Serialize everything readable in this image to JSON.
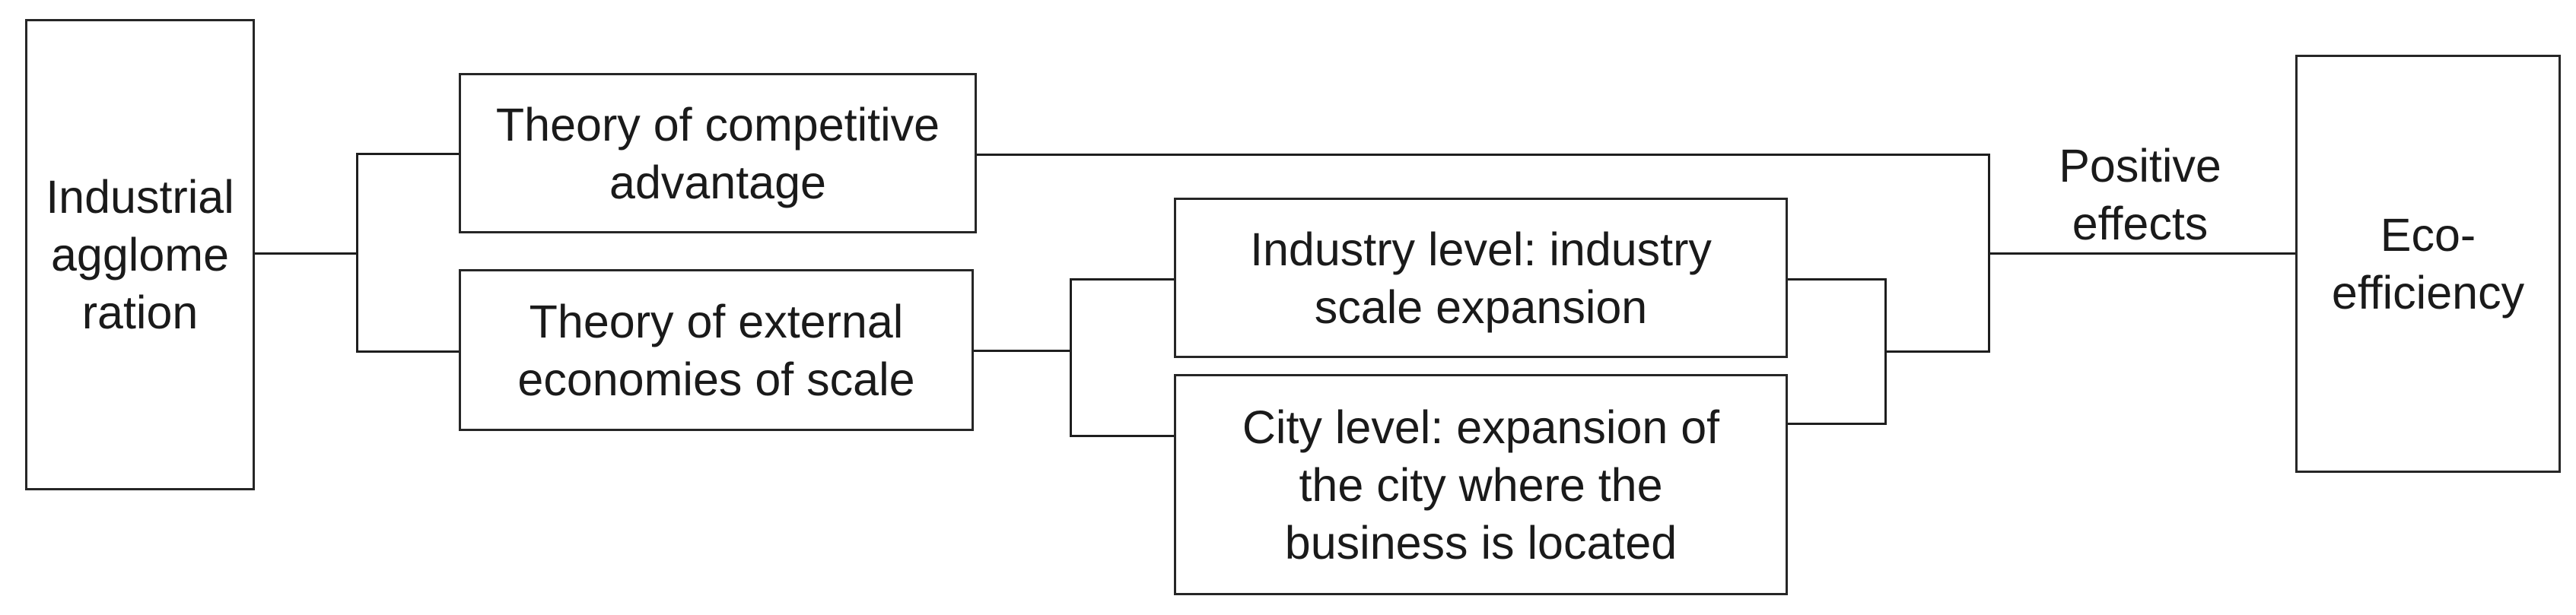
{
  "colors": {
    "background": "#ffffff",
    "box_border": "#262626",
    "box_fill": "#ffffff",
    "connector_line": "#1e1e1e",
    "text": "#1a1a1a"
  },
  "nodes": {
    "industrial_agglomeration": {
      "text": "Industrial agglomeration",
      "lines": [
        "Industrial",
        "agglome",
        "ration"
      ]
    },
    "competitive_advantage": {
      "text": "Theory of competitive advantage",
      "lines": [
        "Theory of competitive",
        "advantage"
      ]
    },
    "external_economies": {
      "text": "Theory of external economies of scale",
      "lines": [
        "Theory of external",
        "economies of scale"
      ]
    },
    "industry_level": {
      "text": "Industry level: industry scale expansion",
      "lines": [
        "Industry level: industry",
        "scale expansion"
      ]
    },
    "city_level": {
      "text": "City level: expansion of the city where the business is located",
      "lines": [
        "City level: expansion of",
        "the city where the",
        "business is located"
      ]
    },
    "eco_efficiency": {
      "text": "Eco-efficiency",
      "lines": [
        "Eco-",
        "efficiency"
      ]
    }
  },
  "edge_labels": {
    "positive_effects": {
      "text": "Positive effects",
      "lines": [
        "Positive",
        "effects"
      ]
    }
  }
}
